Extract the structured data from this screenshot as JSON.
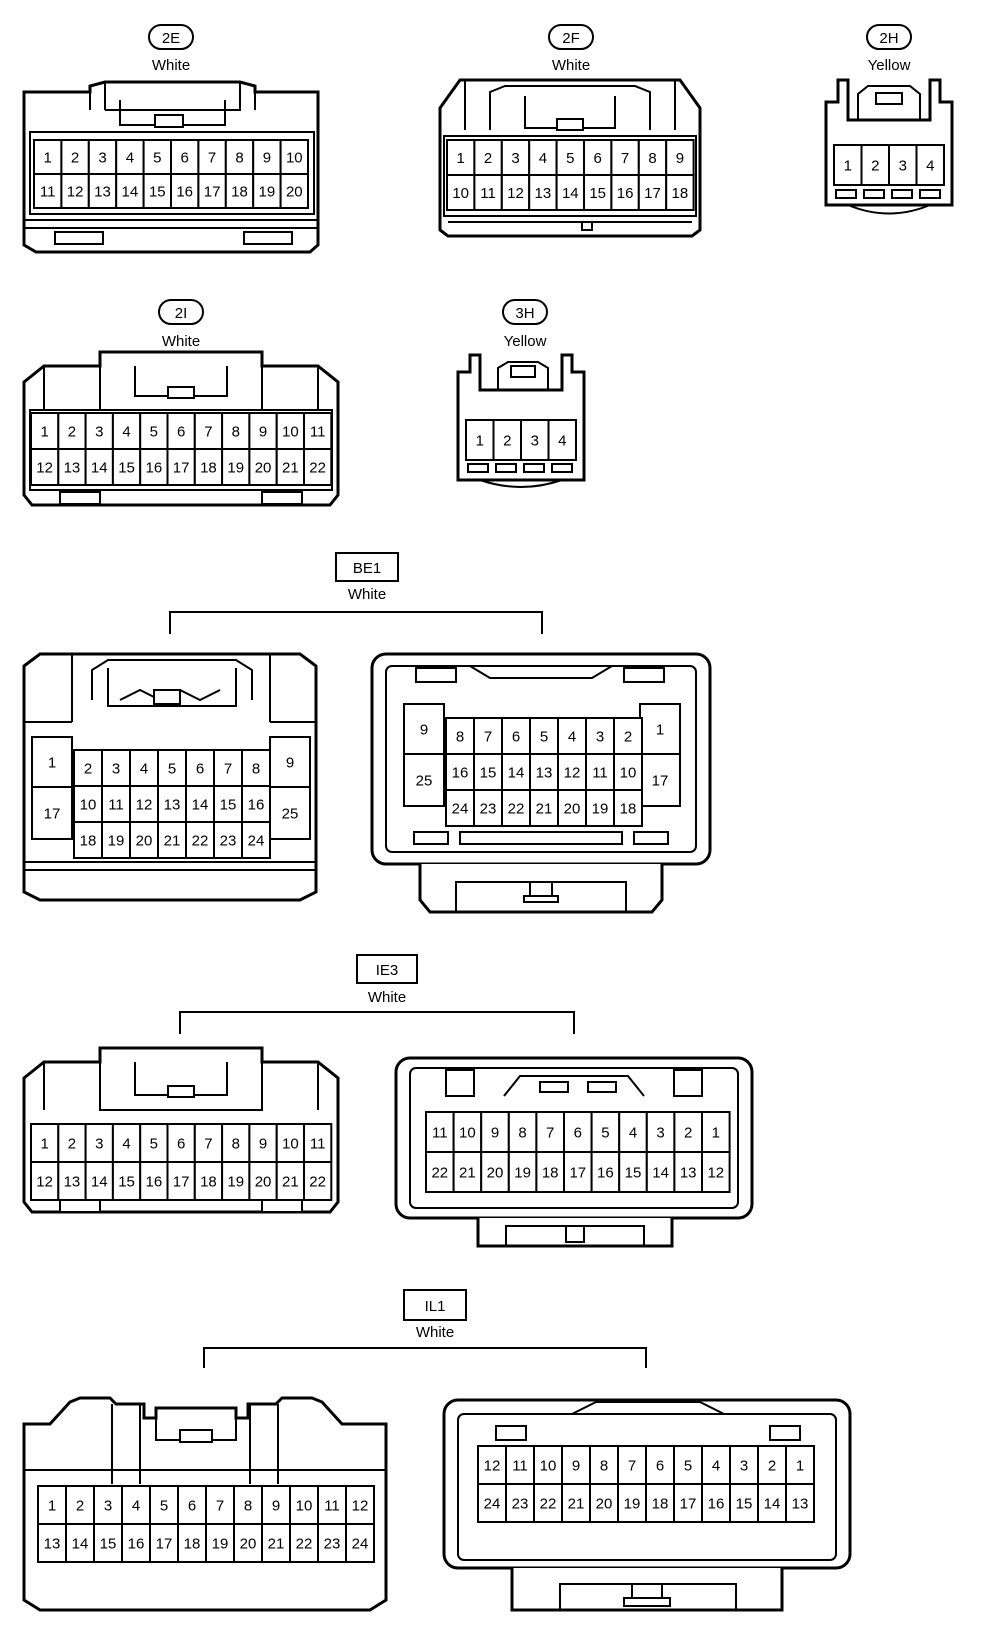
{
  "connectors": [
    {
      "id": "2E",
      "color": "White",
      "rows": [
        [
          "1",
          "2",
          "3",
          "4",
          "5",
          "6",
          "7",
          "8",
          "9",
          "10"
        ],
        [
          "11",
          "12",
          "13",
          "14",
          "15",
          "16",
          "17",
          "18",
          "19",
          "20"
        ]
      ]
    },
    {
      "id": "2F",
      "color": "White",
      "rows": [
        [
          "1",
          "2",
          "3",
          "4",
          "5",
          "6",
          "7",
          "8",
          "9"
        ],
        [
          "10",
          "11",
          "12",
          "13",
          "14",
          "15",
          "16",
          "17",
          "18"
        ]
      ]
    },
    {
      "id": "2H",
      "color": "Yellow",
      "rows": [
        [
          "1",
          "2",
          "3",
          "4"
        ]
      ]
    },
    {
      "id": "2I",
      "color": "White",
      "rows": [
        [
          "1",
          "2",
          "3",
          "4",
          "5",
          "6",
          "7",
          "8",
          "9",
          "10",
          "11"
        ],
        [
          "12",
          "13",
          "14",
          "15",
          "16",
          "17",
          "18",
          "19",
          "20",
          "21",
          "22"
        ]
      ]
    },
    {
      "id": "3H",
      "color": "Yellow",
      "rows": [
        [
          "1",
          "2",
          "3",
          "4"
        ]
      ]
    },
    {
      "id": "BE1",
      "color": "White",
      "male": {
        "left_top": "1",
        "left_bottom": "17",
        "right_top": "9",
        "right_bottom": "25",
        "rows": [
          [
            "2",
            "3",
            "4",
            "5",
            "6",
            "7",
            "8"
          ],
          [
            "10",
            "11",
            "12",
            "13",
            "14",
            "15",
            "16"
          ],
          [
            "18",
            "19",
            "20",
            "21",
            "22",
            "23",
            "24"
          ]
        ]
      },
      "female": {
        "left_top": "9",
        "left_bottom": "25",
        "right_top": "1",
        "right_bottom": "17",
        "rows": [
          [
            "8",
            "7",
            "6",
            "5",
            "4",
            "3",
            "2"
          ],
          [
            "16",
            "15",
            "14",
            "13",
            "12",
            "11",
            "10"
          ],
          [
            "24",
            "23",
            "22",
            "21",
            "20",
            "19",
            "18"
          ]
        ]
      }
    },
    {
      "id": "IE3",
      "color": "White",
      "male": {
        "rows": [
          [
            "1",
            "2",
            "3",
            "4",
            "5",
            "6",
            "7",
            "8",
            "9",
            "10",
            "11"
          ],
          [
            "12",
            "13",
            "14",
            "15",
            "16",
            "17",
            "18",
            "19",
            "20",
            "21",
            "22"
          ]
        ]
      },
      "female": {
        "rows": [
          [
            "11",
            "10",
            "9",
            "8",
            "7",
            "6",
            "5",
            "4",
            "3",
            "2",
            "1"
          ],
          [
            "22",
            "21",
            "20",
            "19",
            "18",
            "17",
            "16",
            "15",
            "14",
            "13",
            "12"
          ]
        ]
      }
    },
    {
      "id": "IL1",
      "color": "White",
      "male": {
        "rows": [
          [
            "1",
            "2",
            "3",
            "4",
            "5",
            "6",
            "7",
            "8",
            "9",
            "10",
            "11",
            "12"
          ],
          [
            "13",
            "14",
            "15",
            "16",
            "17",
            "18",
            "19",
            "20",
            "21",
            "22",
            "23",
            "24"
          ]
        ]
      },
      "female": {
        "rows": [
          [
            "12",
            "11",
            "10",
            "9",
            "8",
            "7",
            "6",
            "5",
            "4",
            "3",
            "2",
            "1"
          ],
          [
            "24",
            "23",
            "22",
            "21",
            "20",
            "19",
            "18",
            "17",
            "16",
            "15",
            "14",
            "13"
          ]
        ]
      }
    }
  ]
}
